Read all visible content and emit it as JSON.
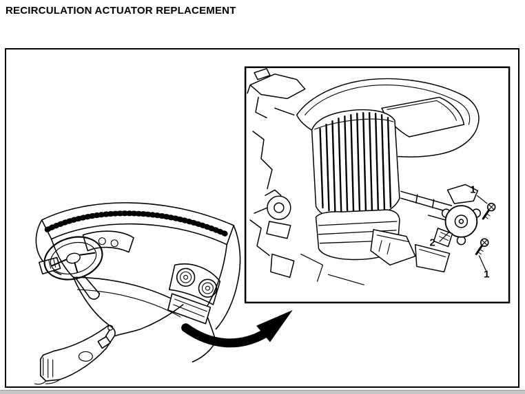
{
  "page": {
    "title": "RECIRCULATION ACTUATOR REPLACEMENT",
    "background": "#ffffff",
    "ink": "#000000"
  },
  "figure": {
    "callouts": [
      {
        "label": "1"
      },
      {
        "label": "2"
      },
      {
        "label": "1"
      }
    ]
  }
}
